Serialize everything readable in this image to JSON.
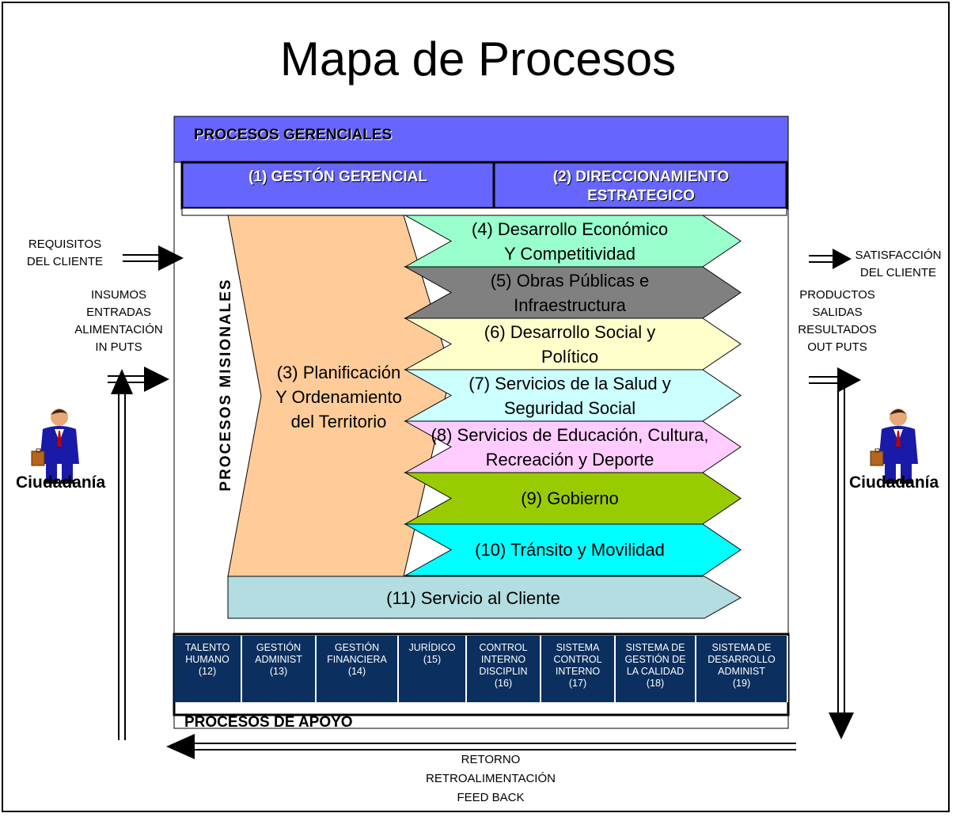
{
  "title": "Mapa de Procesos",
  "gerenciales": {
    "header": "PROCESOS  GERENCIALES",
    "items": [
      "(1) GESTÓN  GERENCIAL",
      "(2) DIRECCIONAMIENTO ESTRATEGICO"
    ]
  },
  "misionales": {
    "label": "PROCESOS MISIONALES",
    "planificacion": [
      "(3) Planificación",
      "Y Ordenamiento",
      "del Territorio"
    ],
    "items": [
      {
        "lines": [
          "(4) Desarrollo Económico",
          "Y Competitividad"
        ],
        "color": "#99ffcc"
      },
      {
        "lines": [
          "(5) Obras Públicas e",
          "Infraestructura"
        ],
        "color": "#808080"
      },
      {
        "lines": [
          "(6)  Desarrollo Social y",
          "Político"
        ],
        "color": "#ffffcc"
      },
      {
        "lines": [
          "(7) Servicios de la Salud y",
          "Seguridad Social"
        ],
        "color": "#ccffff"
      },
      {
        "lines": [
          "(8) Servicios de Educación, Cultura,",
          "Recreación y Deporte"
        ],
        "color": "#ffccff"
      },
      {
        "lines": [
          "(9) Gobierno"
        ],
        "color": "#99cc00"
      },
      {
        "lines": [
          "(10) Tránsito y Movilidad"
        ],
        "color": "#00ffff"
      }
    ],
    "servicio": "(11) Servicio  al Cliente"
  },
  "apoyo": {
    "title": "PROCESOS DE APOYO",
    "items": [
      [
        "TALENTO",
        "HUMANO",
        "(12)"
      ],
      [
        "GESTIÓN",
        "ADMINIST",
        "(13)"
      ],
      [
        "GESTIÓN",
        "FINANCIERA",
        "(14)"
      ],
      [
        "JURÍDICO",
        "(15)"
      ],
      [
        "CONTROL",
        "INTERNO",
        "DISCIPLIN",
        "(16)"
      ],
      [
        "SISTEMA",
        "CONTROL",
        "INTERNO",
        "(17)"
      ],
      [
        "SISTEMA DE",
        "GESTIÓN DE",
        "LA CALIDAD",
        "(18)"
      ],
      [
        "SISTEMA DE",
        "DESARROLLO",
        "ADMINIST",
        "(19)"
      ]
    ]
  },
  "left": {
    "requisitos": [
      "REQUISITOS",
      "DEL CLIENTE"
    ],
    "insumos": [
      "INSUMOS",
      "ENTRADAS",
      "ALIMENTACIÓN",
      "IN PUTS"
    ],
    "person": "Ciudadanía"
  },
  "right": {
    "satisfaccion": [
      "SATISFACCIÓN",
      "DEL CLIENTE"
    ],
    "productos": [
      "PRODUCTOS",
      "SALIDAS",
      "RESULTADOS",
      "OUT PUTS"
    ],
    "person": "Ciudadanía"
  },
  "retorno": [
    "RETORNO",
    "RETROALIMENTACIÓN",
    "FEED BACK"
  ],
  "colors": {
    "gerenciales": "#6666ff",
    "planificacion": "#ffcc99",
    "servicio": "#b3dde0",
    "apoyo": "#0b2f5e",
    "suit": "#1a1aa8"
  }
}
